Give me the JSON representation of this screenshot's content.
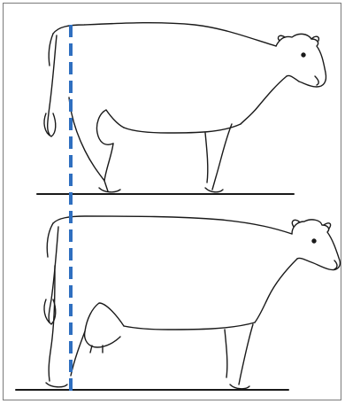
{
  "figure": {
    "panels": [
      {
        "name": "top-cow",
        "description_visible_text": ""
      },
      {
        "name": "bottom-cow",
        "description_visible_text": ""
      }
    ],
    "colors": {
      "outline": "#1a1a1a",
      "ground_line": "#1a1a1a",
      "reference_line": "#2f6fc0",
      "frame_border": "#7a7a7a",
      "background": "#ffffff"
    },
    "reference_line_style": "dashed-vertical"
  }
}
